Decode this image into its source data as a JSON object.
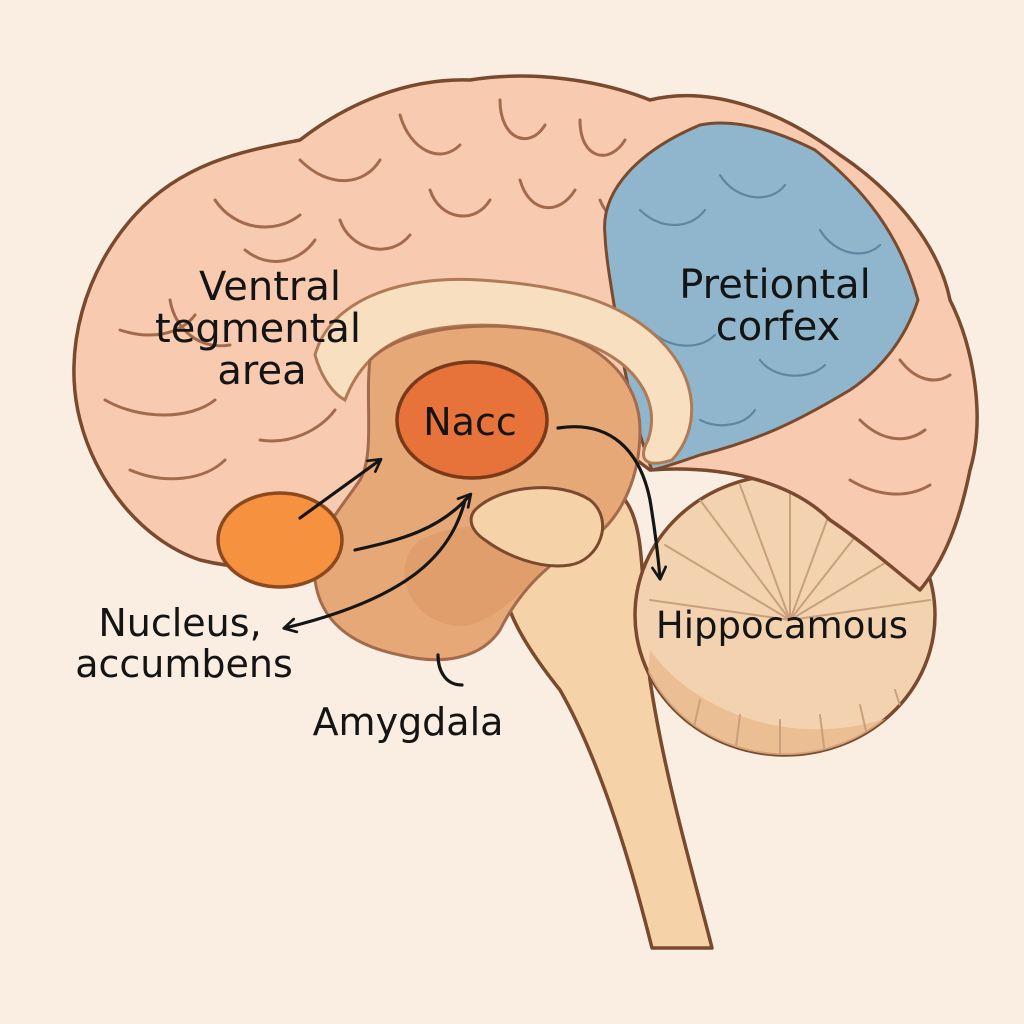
{
  "labels": {
    "vta_line1": "Ventral",
    "vta_line2": "tegmental",
    "vta_line3": "area",
    "pfc_line1": "Pretiontal",
    "pfc_line2": "corfex",
    "nacc": "Nacc",
    "nucleus_line1": "Nucleus,",
    "nucleus_line2": "accumbens",
    "hippocampus": "Hippocamous",
    "amygdala": "Amygdala"
  },
  "colors": {
    "background": "#f9eee1",
    "cortex": "#f8cbb1",
    "prefrontal": "#8fb6cc",
    "inner_brain": "#f3cfa6",
    "limbic": "#e6a877",
    "nacc": "#e8733a",
    "vta": "#f5913f",
    "brainstem": "#f6d2a8",
    "cerebellum": "#f3d2b0",
    "outline": "#7a4a2e",
    "arrow": "#151515"
  }
}
